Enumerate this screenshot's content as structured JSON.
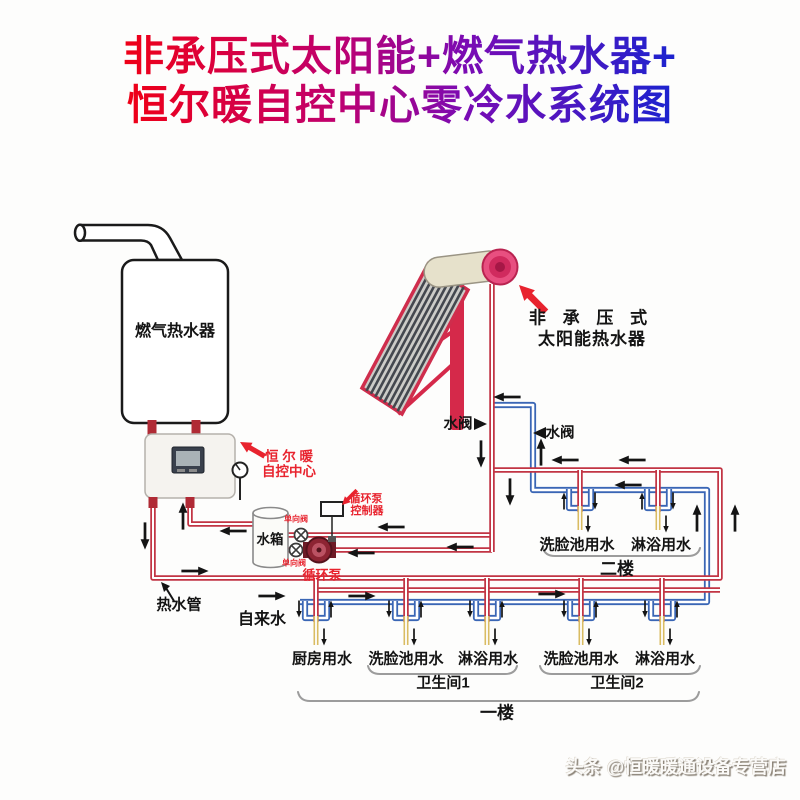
{
  "title": {
    "line1": "非承压式太阳能+燃气热水器+",
    "line2": "恒尔暖自控中心零冷水系统图"
  },
  "equipment": {
    "gas_heater": "燃气热水器",
    "control_center_line1": "恒 尔 暖",
    "control_center_line2": "自控中心",
    "solar_line1": "非 承 压 式",
    "solar_line2": "太阳能热水器",
    "water_valve_left": "水阀",
    "water_valve_right": "水阀",
    "water_tank": "水箱",
    "pump_controller_line1": "循环泵",
    "pump_controller_line2": "控制器",
    "check_valve_upper": "单向阀",
    "check_valve_lower": "单向阀",
    "pump": "循环泵"
  },
  "pipes": {
    "hot_water": "热水管",
    "tap_water": "自来水"
  },
  "floor2": {
    "basin": "洗脸池用水",
    "shower": "淋浴用水",
    "name": "二楼"
  },
  "floor1": {
    "kitchen": "厨房用水",
    "basin1": "洗脸池用水",
    "shower1": "淋浴用水",
    "bathroom1": "卫生间1",
    "basin2": "洗脸池用水",
    "shower2": "淋浴用水",
    "bathroom2": "卫生间2",
    "name": "一楼"
  },
  "watermark": "头条 @恒暖暖通设备专营店",
  "colors": {
    "hot_pipe": "#c23544",
    "cold_pipe": "#3a66b5",
    "faucet_stub": "#d9bc62",
    "annotation_red": "#e8232e",
    "title_gradient_start": "#ef0016",
    "title_gradient_end": "#1b23cf"
  }
}
